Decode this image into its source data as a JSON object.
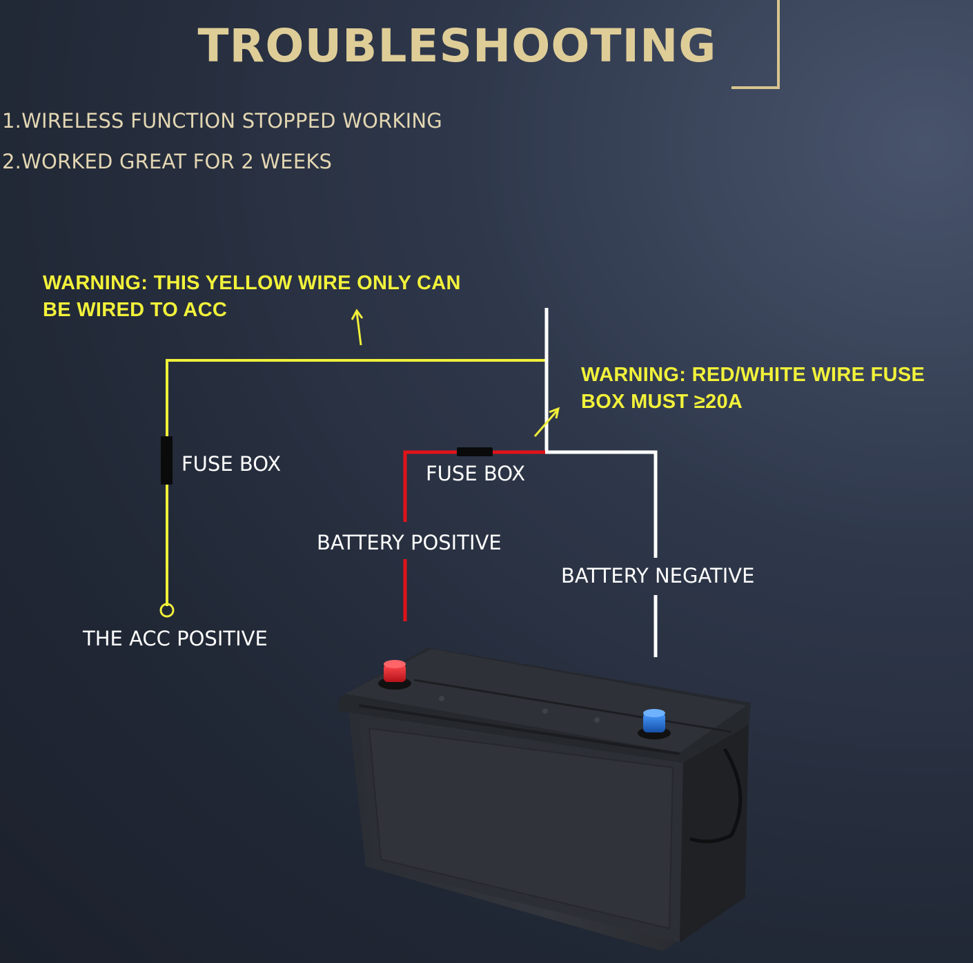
{
  "header": {
    "title": "TROUBLESHOOTING"
  },
  "issues": [
    "1.WIRELESS FUNCTION STOPPED WORKING",
    "2.WORKED GREAT FOR 2 WEEKS"
  ],
  "warnings": {
    "yellow_wire_line1": "WARNING: THIS YELLOW WIRE ONLY CAN",
    "yellow_wire_line2": "BE WIRED TO ACC",
    "fuse_line1": "WARNING: RED/WHITE WIRE FUSE",
    "fuse_line2": "BOX MUST ≥20A"
  },
  "labels": {
    "fuse_box_left": "FUSE BOX",
    "fuse_box_right": "FUSE BOX",
    "battery_positive": "BATTERY POSITIVE",
    "battery_negative": "BATTERY NEGATIVE",
    "acc_positive": "THE ACC POSITIVE"
  },
  "colors": {
    "title": "#dfcd98",
    "warning": "#f2f23a",
    "yellow_wire": "#f0f03a",
    "red_wire": "#e0141a",
    "white_wire": "#ffffff",
    "positive_terminal": "#d8202a",
    "negative_terminal": "#2a72d8"
  }
}
